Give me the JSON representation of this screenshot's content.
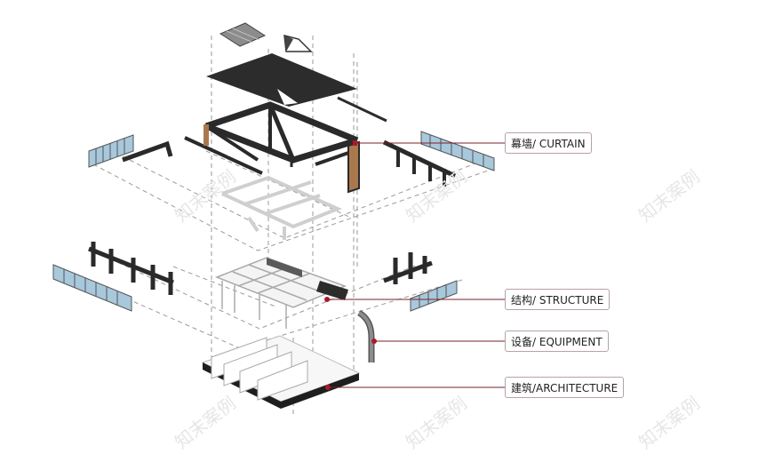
{
  "labels": {
    "curtain": "幕墙/ CURTAIN",
    "structure": "结构/ STRUCTURE",
    "equipment": "设备/ EQUIPMENT",
    "architecture": "建筑/ARCHITECTURE"
  },
  "watermark": "知末案例",
  "colors": {
    "leader_line": "#7a1f2b",
    "marker": "#b0182a",
    "label_border": "#b5a3a6",
    "dark_member": "#2a2a2a",
    "glass_blue": "#a8c8dc",
    "wood": "#a9794d",
    "dashed": "#9a9a9a"
  }
}
